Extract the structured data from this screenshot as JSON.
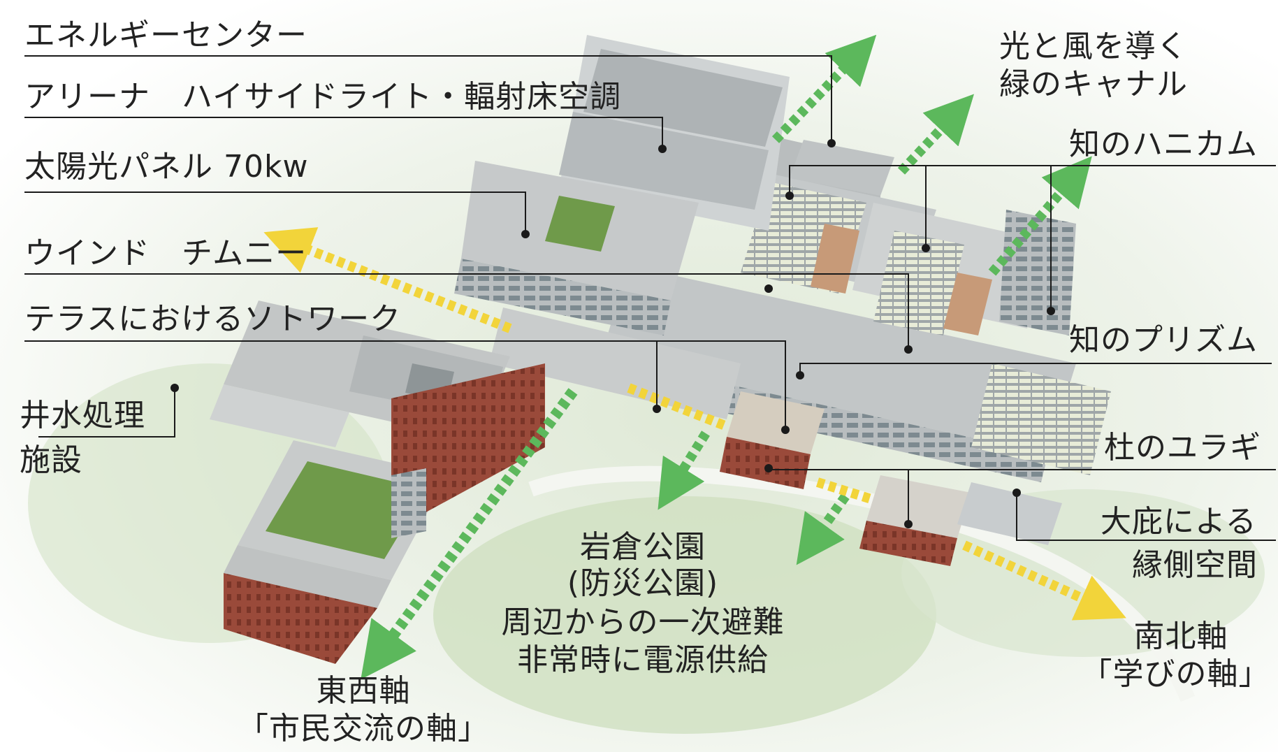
{
  "labels": {
    "energy_center": "エネルギーセンター",
    "arena": "アリーナ　ハイサイドライト・輻射床空調",
    "solar": "太陽光パネル 70kw",
    "wind_chimney": "ウインド　チムニー",
    "terrace": "テラスにおけるソトワーク",
    "well_water_line1": "井水処理",
    "well_water_line2": "施設",
    "canal_line1": "光と風を導く",
    "canal_line2": "緑のキャナル",
    "honeycomb": "知のハニカム",
    "prism": "知のプリズム",
    "yuragi": "杜のユラギ",
    "engawa_line1": "大庇による",
    "engawa_line2": "縁側空間",
    "park_line1": "岩倉公園",
    "park_line2": "(防災公園)",
    "park_line3": "周辺からの一次避難",
    "park_line4": "非常時に電源供給",
    "east_west_line1": "東西軸",
    "east_west_line2": "「市民交流の軸」",
    "north_south_line1": "南北軸",
    "north_south_line2": "「学びの軸」"
  },
  "colors": {
    "green_arrow": "#5cb85c",
    "yellow_arrow": "#f2d43a",
    "leader_line": "#1a1a1a",
    "brick": "#9a4a3a",
    "roof": "#c9cbcb",
    "lawn": "#6f9a4a"
  }
}
